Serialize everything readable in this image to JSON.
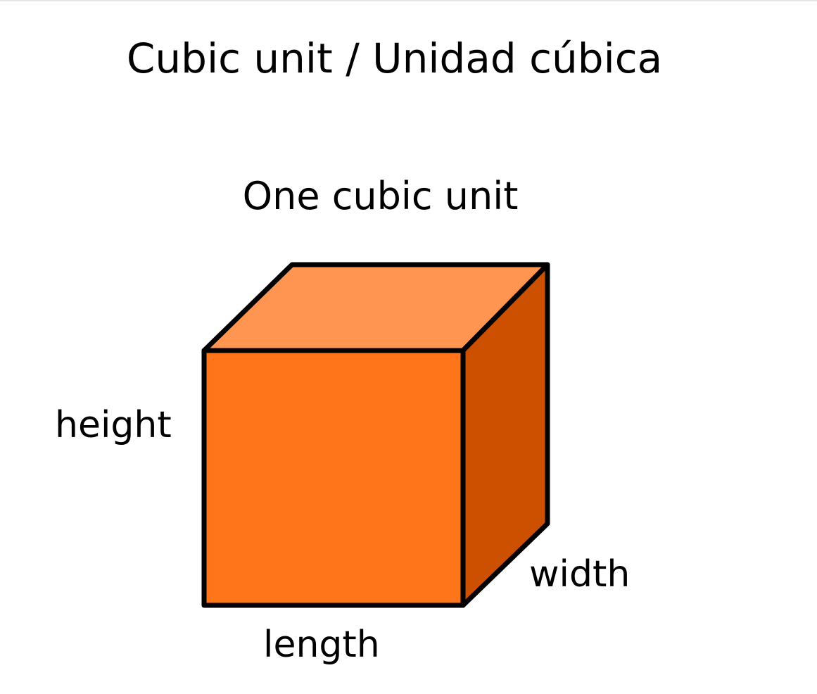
{
  "title": "Cubic unit / Unidad cúbica",
  "subtitle": "One cubic unit",
  "labels": {
    "height": "height",
    "width": "width",
    "length": "length"
  },
  "colors": {
    "front_face": "#FF7519",
    "top_face": "#FF9550",
    "side_face": "#CC5000",
    "outline": "#000000"
  }
}
